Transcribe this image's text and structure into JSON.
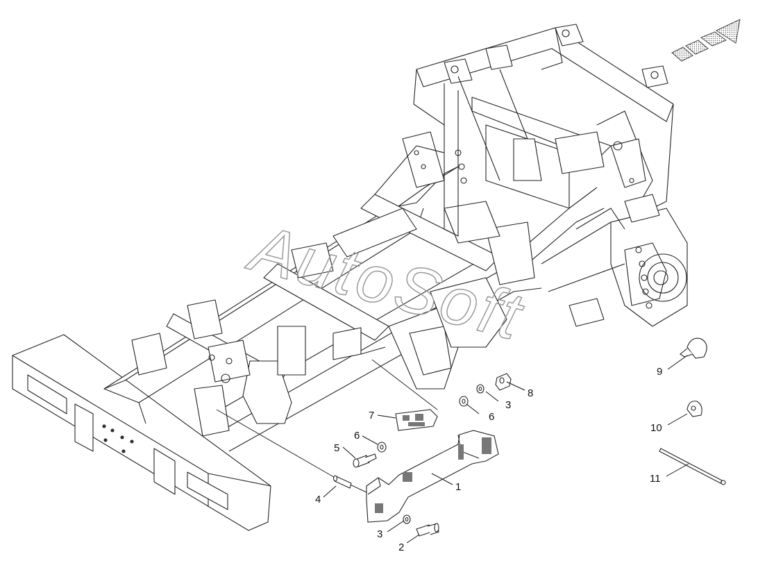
{
  "watermark": {
    "text": "AutoSoft",
    "color": "#9a9a9a"
  },
  "direction_arrow": {
    "icon": "forward-direction-arrow-icon",
    "color": "#9a9a9a"
  },
  "callouts": [
    {
      "id": "c1",
      "label": "1"
    },
    {
      "id": "c2",
      "label": "2"
    },
    {
      "id": "c3a",
      "label": "3"
    },
    {
      "id": "c3b",
      "label": "3"
    },
    {
      "id": "c4",
      "label": "4"
    },
    {
      "id": "c5",
      "label": "5"
    },
    {
      "id": "c6a",
      "label": "6"
    },
    {
      "id": "c6b",
      "label": "6"
    },
    {
      "id": "c7",
      "label": "7"
    },
    {
      "id": "c8",
      "label": "8"
    },
    {
      "id": "c9",
      "label": "9"
    },
    {
      "id": "c10",
      "label": "10"
    },
    {
      "id": "c11",
      "label": "11"
    }
  ],
  "parts": [
    {
      "id": "p1",
      "name": "mounting-bracket"
    },
    {
      "id": "p2",
      "name": "bolt"
    },
    {
      "id": "p3",
      "name": "washer"
    },
    {
      "id": "p4",
      "name": "pin"
    },
    {
      "id": "p5",
      "name": "bolt"
    },
    {
      "id": "p6",
      "name": "washer"
    },
    {
      "id": "p7",
      "name": "plate"
    },
    {
      "id": "p8",
      "name": "nut"
    },
    {
      "id": "p9",
      "name": "clamp"
    },
    {
      "id": "p10",
      "name": "clamp"
    },
    {
      "id": "p11",
      "name": "cable-tie"
    }
  ]
}
